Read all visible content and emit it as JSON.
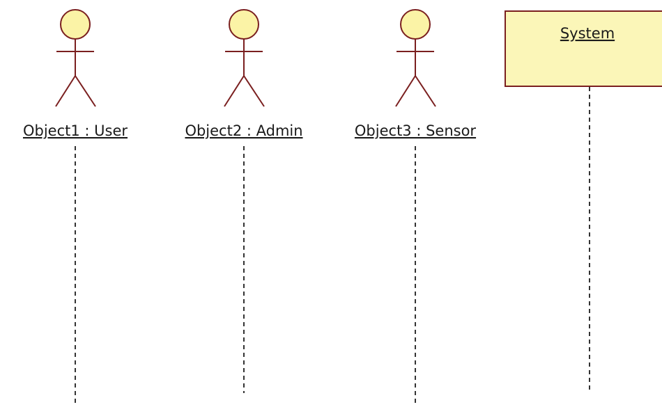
{
  "diagram": {
    "type": "uml-sequence",
    "colors": {
      "actor_head_fill": "#fbf3a6",
      "outline": "#7a1f1f",
      "object_fill": "#fbf6b8",
      "lifeline": "#333333",
      "text": "#1a1a1a"
    },
    "lifelines": [
      {
        "kind": "actor",
        "label": "Object1 : User"
      },
      {
        "kind": "actor",
        "label": "Object2 : Admin"
      },
      {
        "kind": "actor",
        "label": "Object3 : Sensor"
      },
      {
        "kind": "object",
        "label": "System"
      }
    ]
  }
}
